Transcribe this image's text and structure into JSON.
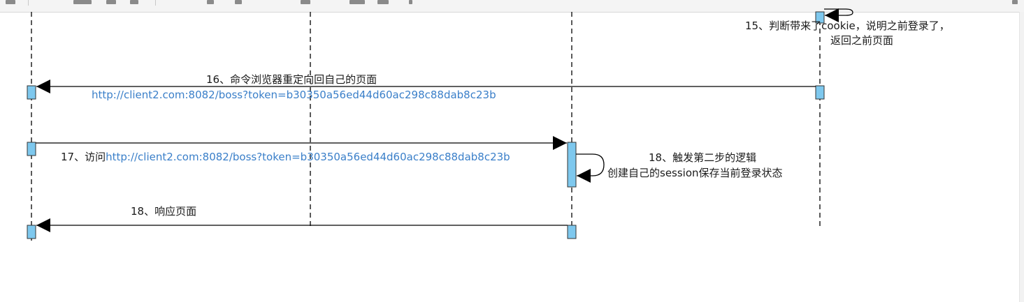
{
  "toolbar": {
    "buttons": [
      "undo-icon",
      "redo-icon",
      "format-icon",
      "dropdown-icon",
      "insert-icon",
      "table-icon",
      "more-icon"
    ]
  },
  "diagram": {
    "colors": {
      "activation": "#7ec8ee",
      "line": "#000000",
      "url": "#3a7fc9",
      "text": "#1a1a1a"
    },
    "messages": {
      "m15": {
        "line1": "15、判断带来了cookie，说明之前登录了，",
        "line2": "返回之前页面"
      },
      "m16": {
        "title": "16、命令浏览器重定向回自己的页面",
        "url": "http://client2.com:8082/boss?token=b30350a56ed44d60ac298c88dab8c23b"
      },
      "m17": {
        "prefix": "17、访问",
        "url": "http://client2.com:8082/boss?token=b30350a56ed44d60ac298c88dab8c23b"
      },
      "m18_self": {
        "line1": "18、触发第二步的逻辑",
        "line2": "创建自己的session保存当前登录状态"
      },
      "m18_resp": {
        "title": "18、响应页面"
      }
    }
  }
}
